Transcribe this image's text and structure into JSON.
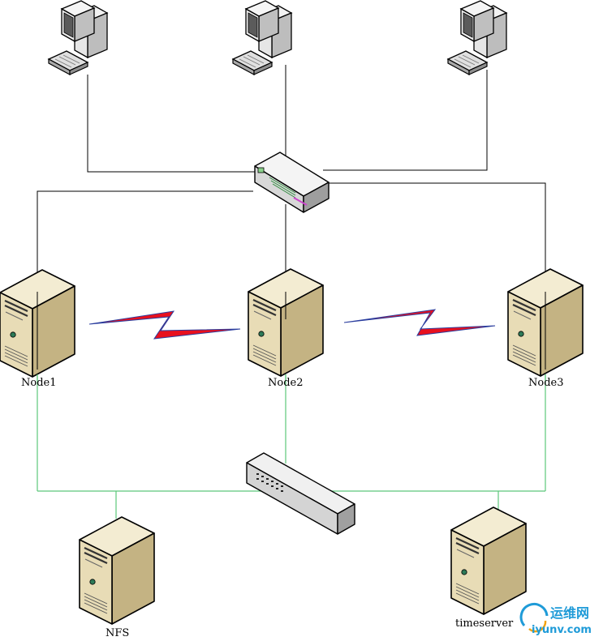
{
  "labels": {
    "node1": "Node1",
    "node2": "Node2",
    "node3": "Node3",
    "nfs": "NFS",
    "timeserver": "timeserver"
  },
  "watermark": {
    "cn": "运维网",
    "en": "iyunv.com"
  },
  "icons": {
    "workstation": "workstation-icon",
    "router": "router-icon",
    "server": "server-icon",
    "switch": "switch-icon",
    "heartbeat": "lightning-link-icon"
  },
  "colors": {
    "wire_black": "#000000",
    "wire_green": "#5cc77a",
    "lightning_red": "#e8101e",
    "lightning_blue": "#2a3d9e",
    "server_face": "#e9dfbd",
    "server_side": "#c9b98a",
    "watermark": "#1f9bd8"
  }
}
